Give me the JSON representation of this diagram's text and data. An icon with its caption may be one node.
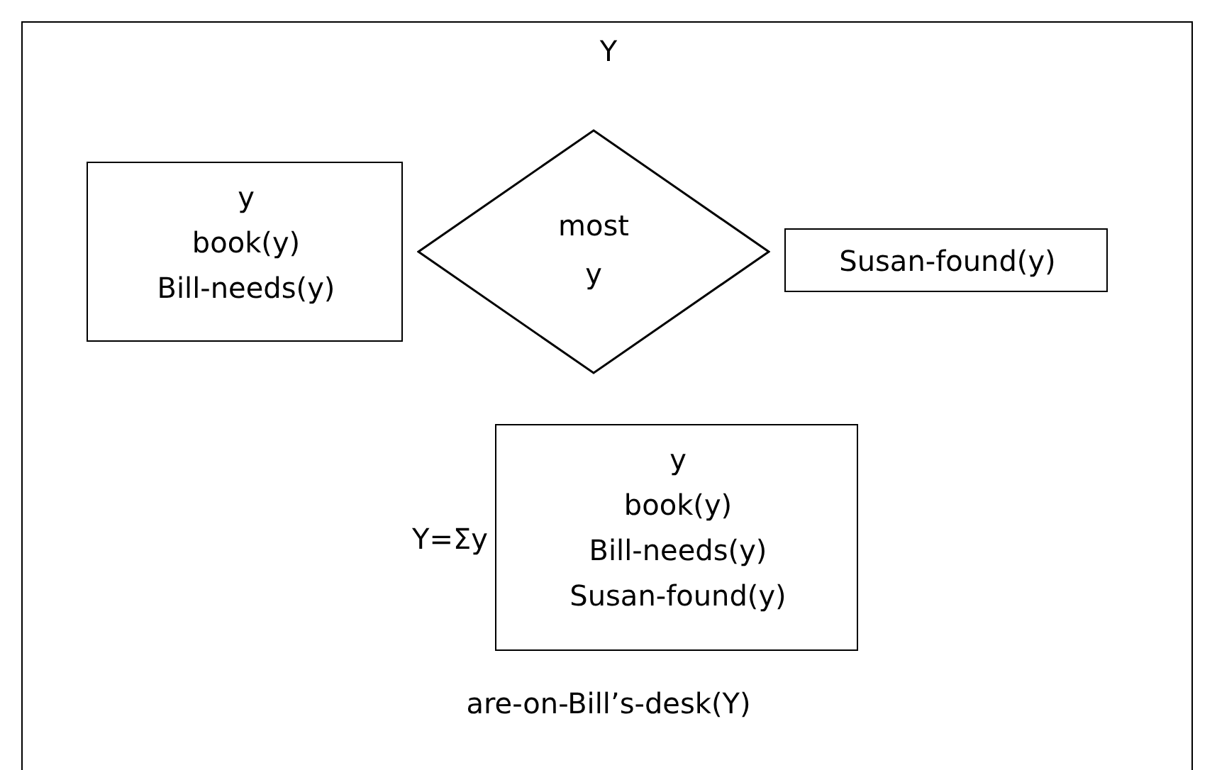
{
  "diagram": {
    "nodes": [
      {
        "text": [
          "Y",
          "are-on-Bill’s-desk(Y)"
        ]
      },
      {
        "text": [
          "y",
          "book(y)",
          "Bill-needs(y)"
        ],
        "in": 0
      },
      {
        "text": [
          "most",
          "y"
        ],
        "in": 0
      },
      {
        "text": [
          "Susan-found(y)"
        ],
        "in": 0
      },
      {
        "text": [
          "y",
          "book(y)",
          "Bill-needs(y)",
          "Susan-found(y)"
        ],
        "beside": [
          "Y=Σy"
        ],
        "in": 0
      }
    ],
    "edges": []
  }
}
